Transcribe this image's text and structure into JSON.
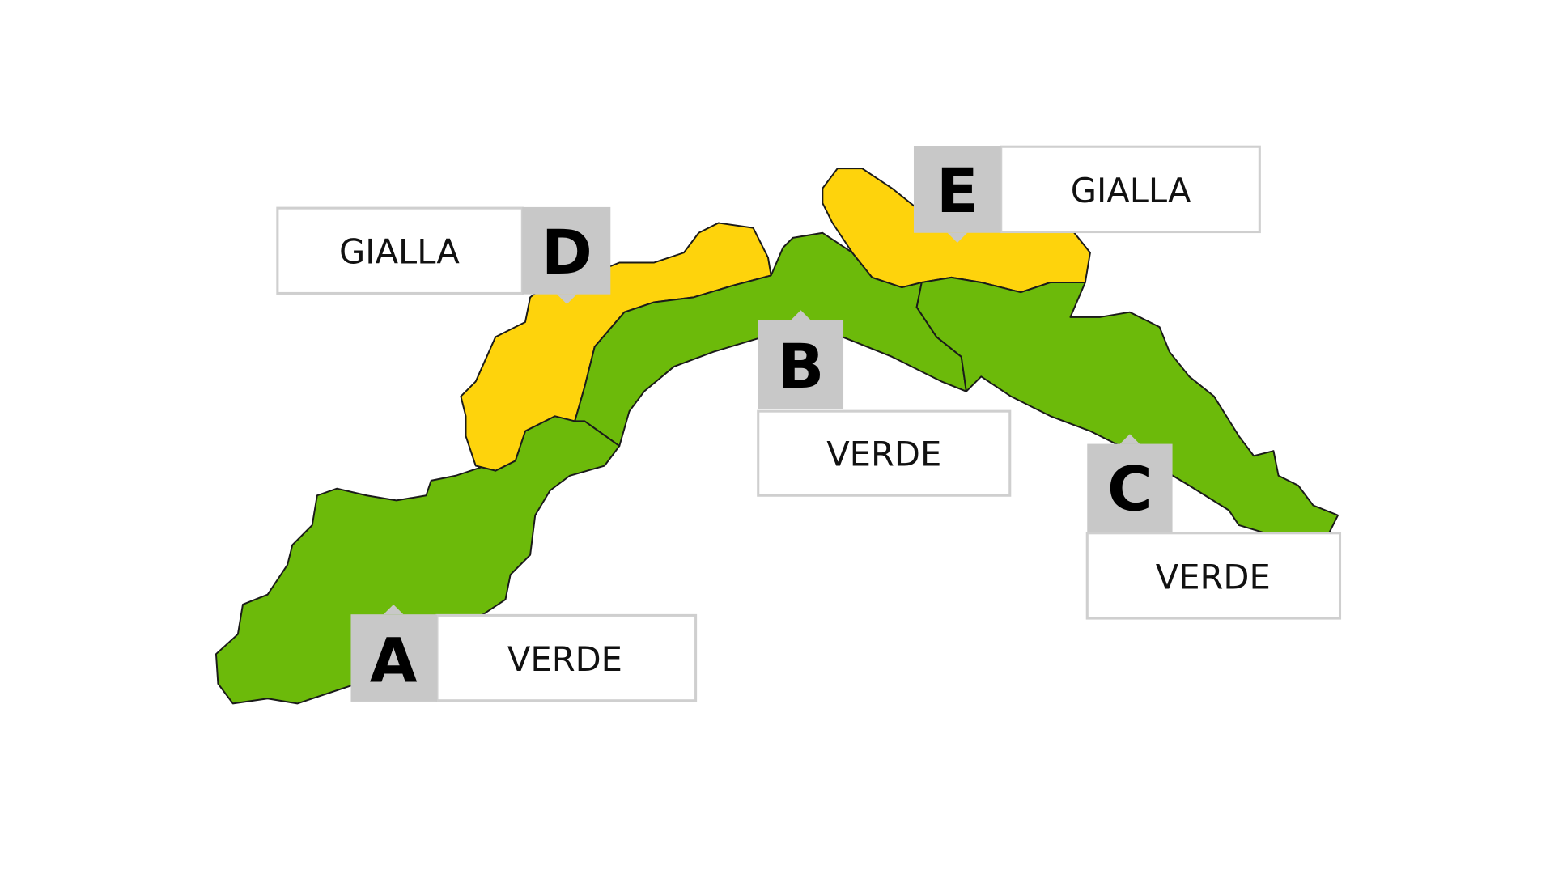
{
  "map": {
    "colors": {
      "verde": "#6cba0a",
      "gialla": "#fed30c",
      "label_grey": "#c8c8c8"
    },
    "zones": [
      {
        "id": "A",
        "status": "VERDE",
        "color": "#6cba0a"
      },
      {
        "id": "B",
        "status": "VERDE",
        "color": "#6cba0a"
      },
      {
        "id": "C",
        "status": "VERDE",
        "color": "#6cba0a"
      },
      {
        "id": "D",
        "status": "GIALLA",
        "color": "#fed30c"
      },
      {
        "id": "E",
        "status": "GIALLA",
        "color": "#fed30c"
      }
    ]
  }
}
